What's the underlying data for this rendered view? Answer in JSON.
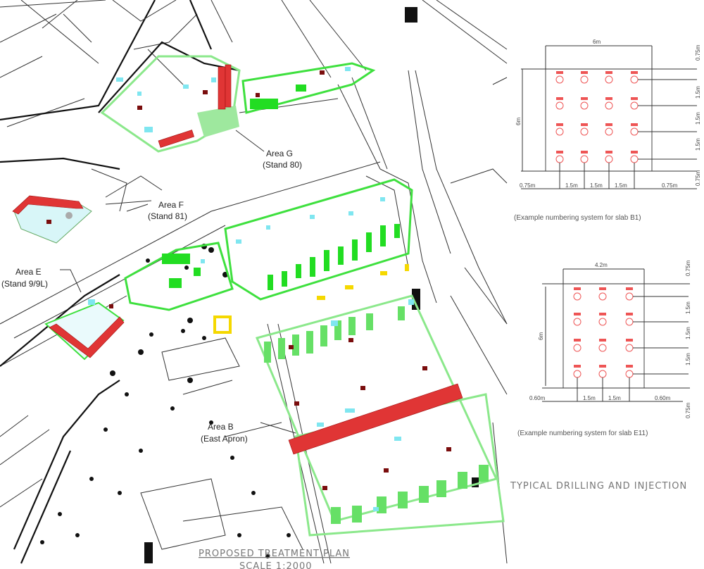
{
  "plan": {
    "title": "PROPOSED TREATMENT PLAN",
    "scale": "SCALE 1:2000",
    "areas": [
      {
        "name": "Area G",
        "stand": "(Stand 80)"
      },
      {
        "name": "Area F",
        "stand": "(Stand 81)"
      },
      {
        "name": "Area E",
        "stand": "(Stand 9/9L)"
      },
      {
        "name": "Area B",
        "stand": "(East Apron)"
      }
    ]
  },
  "details": {
    "heading": "TYPICAL DRILLING AND INJECTION",
    "slab_b1": {
      "caption": "(Example numbering system for slab B1)",
      "width": "6m",
      "height": "6m",
      "top_margin": "0.75m",
      "bottom_margin": "0.75m",
      "left_edge": "0.75m",
      "right_edge": "0.75m",
      "spacing_x": [
        "1.5m",
        "1.5m",
        "1.5m"
      ],
      "spacing_y": [
        "1.5m",
        "1.5m",
        "1.5m"
      ]
    },
    "slab_e11": {
      "caption": "(Example numbering system for slab E11)",
      "width": "4.2m",
      "height": "6m",
      "top_margin": "0.75m",
      "bottom_margin": "0.75m",
      "left_edge": "0.60m",
      "right_edge": "0.60m",
      "spacing_x": [
        "1.5m",
        "1.5m"
      ],
      "spacing_y": [
        "1.5m",
        "1.5m",
        "1.5m"
      ]
    }
  },
  "colors": {
    "grout_holes": "#e03535",
    "treatment_area_outline": "#3ee03e",
    "treated_slabs": "#22dd22",
    "voids": "#7fe6f0",
    "marker": "#7a0d0d"
  }
}
